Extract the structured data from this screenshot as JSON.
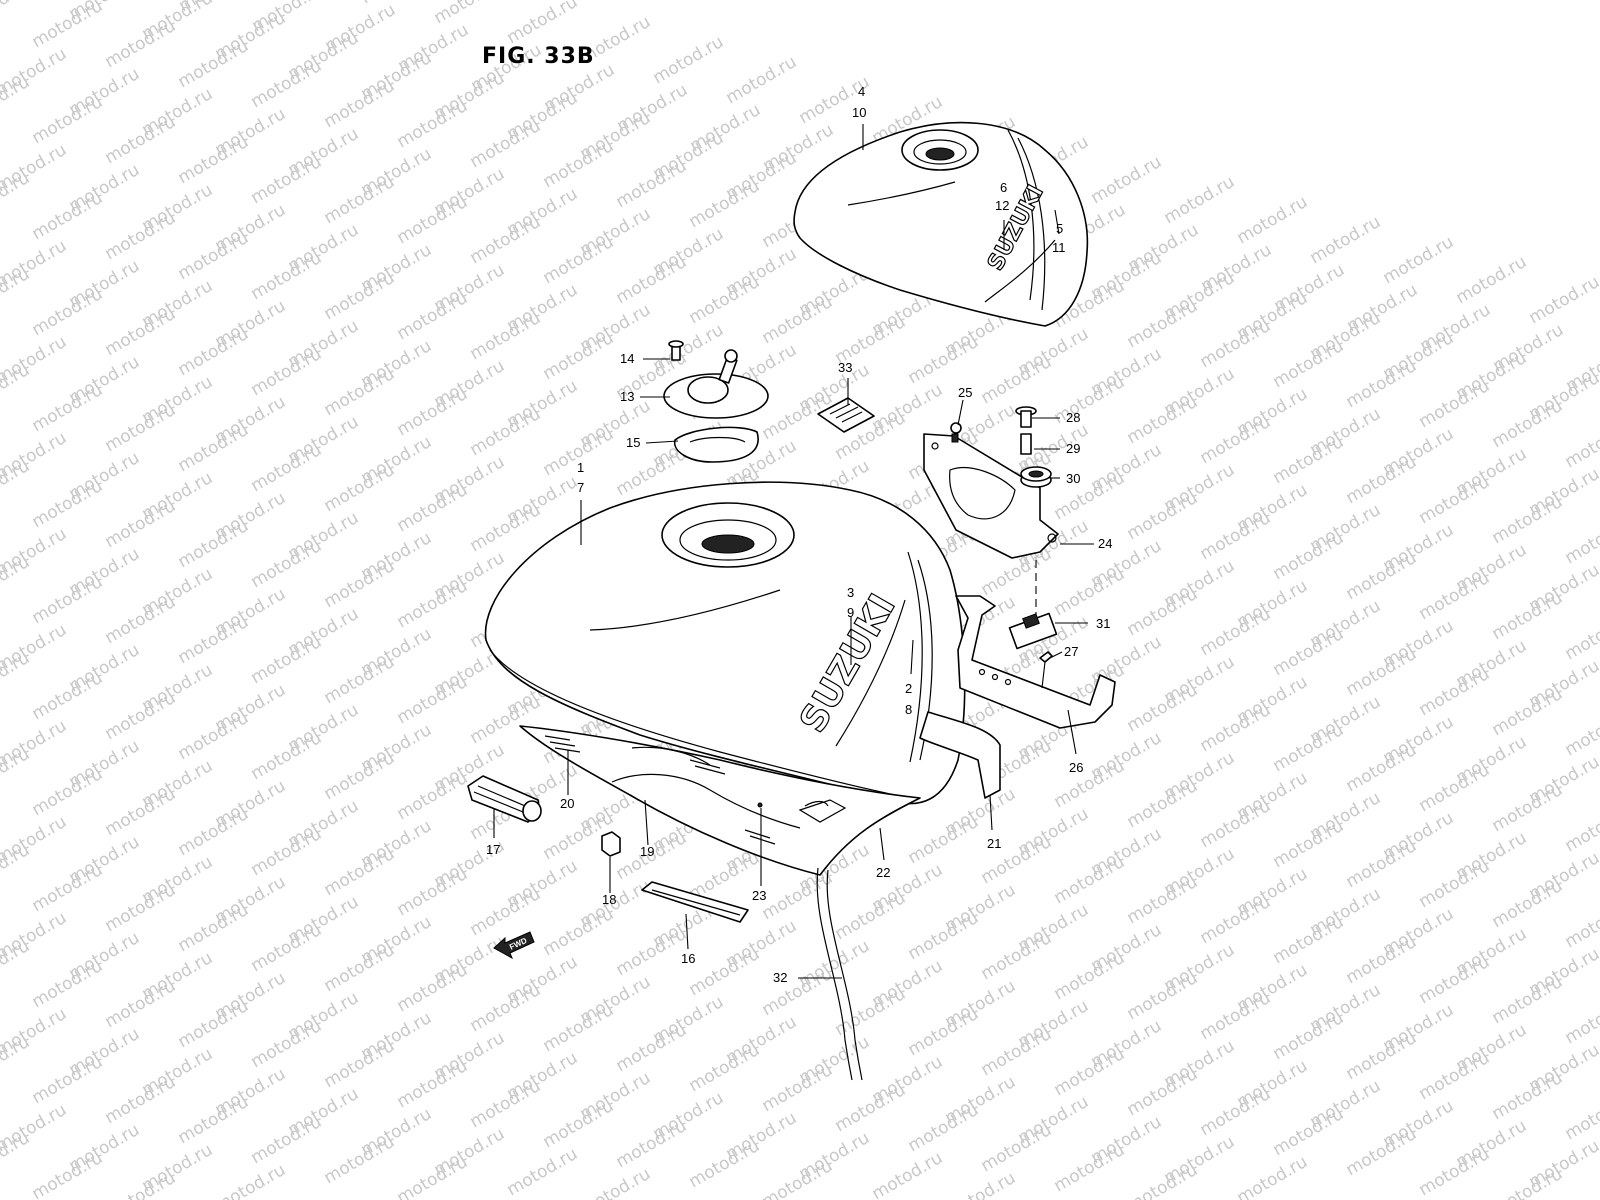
{
  "figure": {
    "title": "FIG. 33B"
  },
  "watermark": {
    "text": "motod.ru"
  },
  "tank_brand": "SUZUKI",
  "fwd_label": "FWD",
  "callouts": {
    "c4": "4",
    "c10": "10",
    "c6": "6",
    "c12": "12",
    "c5": "5",
    "c11": "11",
    "c14": "14",
    "c13": "13",
    "c15": "15",
    "c33": "33",
    "c25": "25",
    "c28": "28",
    "c29": "29",
    "c30": "30",
    "c24": "24",
    "c1": "1",
    "c7": "7",
    "c3": "3",
    "c9": "9",
    "c2": "2",
    "c8": "8",
    "c31": "31",
    "c27": "27",
    "c26": "26",
    "c21": "21",
    "c20": "20",
    "c17": "17",
    "c19": "19",
    "c22": "22",
    "c23": "23",
    "c18": "18",
    "c16": "16",
    "c32": "32"
  },
  "colors": {
    "line": "#000000",
    "watermark": "#c8c8c8",
    "background": "#ffffff"
  }
}
